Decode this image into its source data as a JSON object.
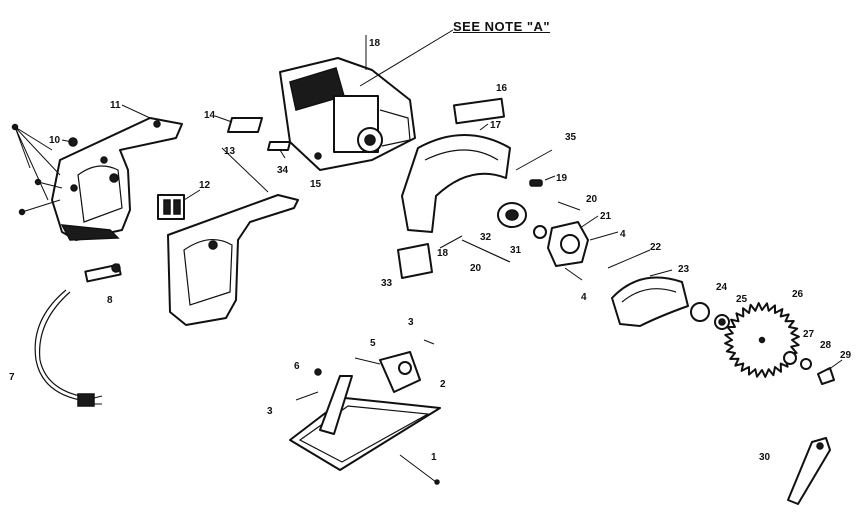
{
  "note": "SEE NOTE \"A\"",
  "callouts": [
    {
      "id": "c1",
      "text": "1"
    },
    {
      "id": "c2",
      "text": "2"
    },
    {
      "id": "c3a",
      "text": "3"
    },
    {
      "id": "c3b",
      "text": "3"
    },
    {
      "id": "c4a",
      "text": "4"
    },
    {
      "id": "c4b",
      "text": "4"
    },
    {
      "id": "c5",
      "text": "5"
    },
    {
      "id": "c6",
      "text": "6"
    },
    {
      "id": "c7",
      "text": "7"
    },
    {
      "id": "c8",
      "text": "8"
    },
    {
      "id": "c10",
      "text": "10"
    },
    {
      "id": "c11",
      "text": "11"
    },
    {
      "id": "c12",
      "text": "12"
    },
    {
      "id": "c13",
      "text": "13"
    },
    {
      "id": "c14",
      "text": "14"
    },
    {
      "id": "c15",
      "text": "15"
    },
    {
      "id": "c16",
      "text": "16"
    },
    {
      "id": "c17",
      "text": "17"
    },
    {
      "id": "c18a",
      "text": "18"
    },
    {
      "id": "c18b",
      "text": "18"
    },
    {
      "id": "c19",
      "text": "19"
    },
    {
      "id": "c20a",
      "text": "20"
    },
    {
      "id": "c20b",
      "text": "20"
    },
    {
      "id": "c21",
      "text": "21"
    },
    {
      "id": "c22",
      "text": "22"
    },
    {
      "id": "c23",
      "text": "23"
    },
    {
      "id": "c24",
      "text": "24"
    },
    {
      "id": "c25",
      "text": "25"
    },
    {
      "id": "c26",
      "text": "26"
    },
    {
      "id": "c27",
      "text": "27"
    },
    {
      "id": "c28",
      "text": "28"
    },
    {
      "id": "c29",
      "text": "29"
    },
    {
      "id": "c30",
      "text": "30"
    },
    {
      "id": "c31",
      "text": "31"
    },
    {
      "id": "c32",
      "text": "32"
    },
    {
      "id": "c33",
      "text": "33"
    },
    {
      "id": "c34",
      "text": "34"
    },
    {
      "id": "c35",
      "text": "35"
    }
  ]
}
